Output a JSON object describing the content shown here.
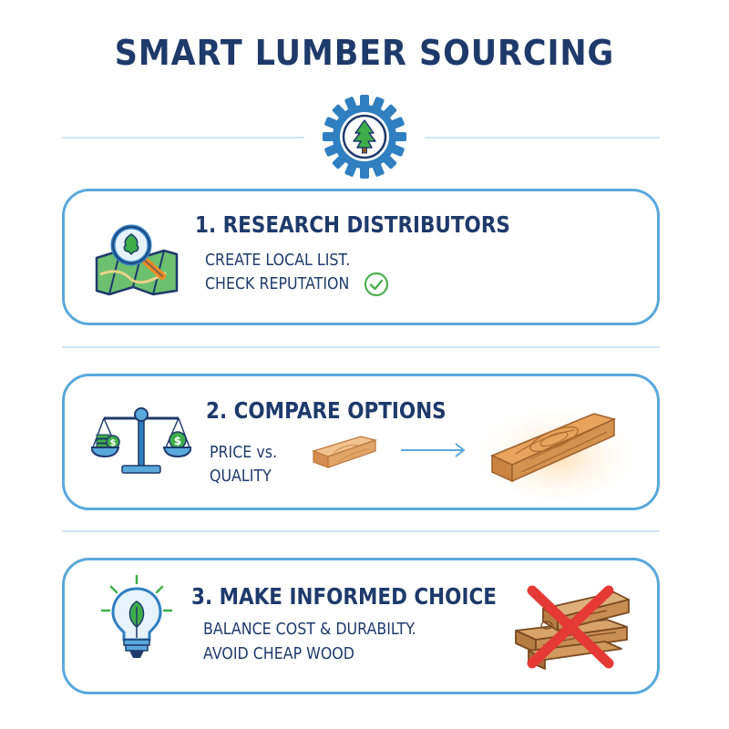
{
  "title": "SMART LUMBER SOURCING",
  "icons": {
    "header": "gear-tree-icon",
    "step1": "map-magnifier-icon",
    "step1_check": "check-circle-icon",
    "step2": "balance-scale-icon",
    "step2_arrow": "arrow-right-icon",
    "step3": "lightbulb-leaf-icon",
    "step3_cross": "red-x-icon"
  },
  "colors": {
    "title": "#1e3a6b",
    "card_border": "#5aa8dc",
    "divider": "#cfe5f5",
    "check": "#4caf50",
    "cross": "#e53935"
  },
  "steps": [
    {
      "title": "1. RESEARCH DISTRIBUTORS",
      "lines": [
        "CREATE LOCAL LIST.",
        "CHECK REPUTATION"
      ]
    },
    {
      "title": "2. COMPARE OPTIONS",
      "lines": [
        "PRICE vs.",
        "QUALITY"
      ]
    },
    {
      "title": "3. MAKE INFORMED CHOICE",
      "lines": [
        "BALANCE COST & DURABILTY.",
        "AVOID CHEAP WOOD"
      ]
    }
  ]
}
